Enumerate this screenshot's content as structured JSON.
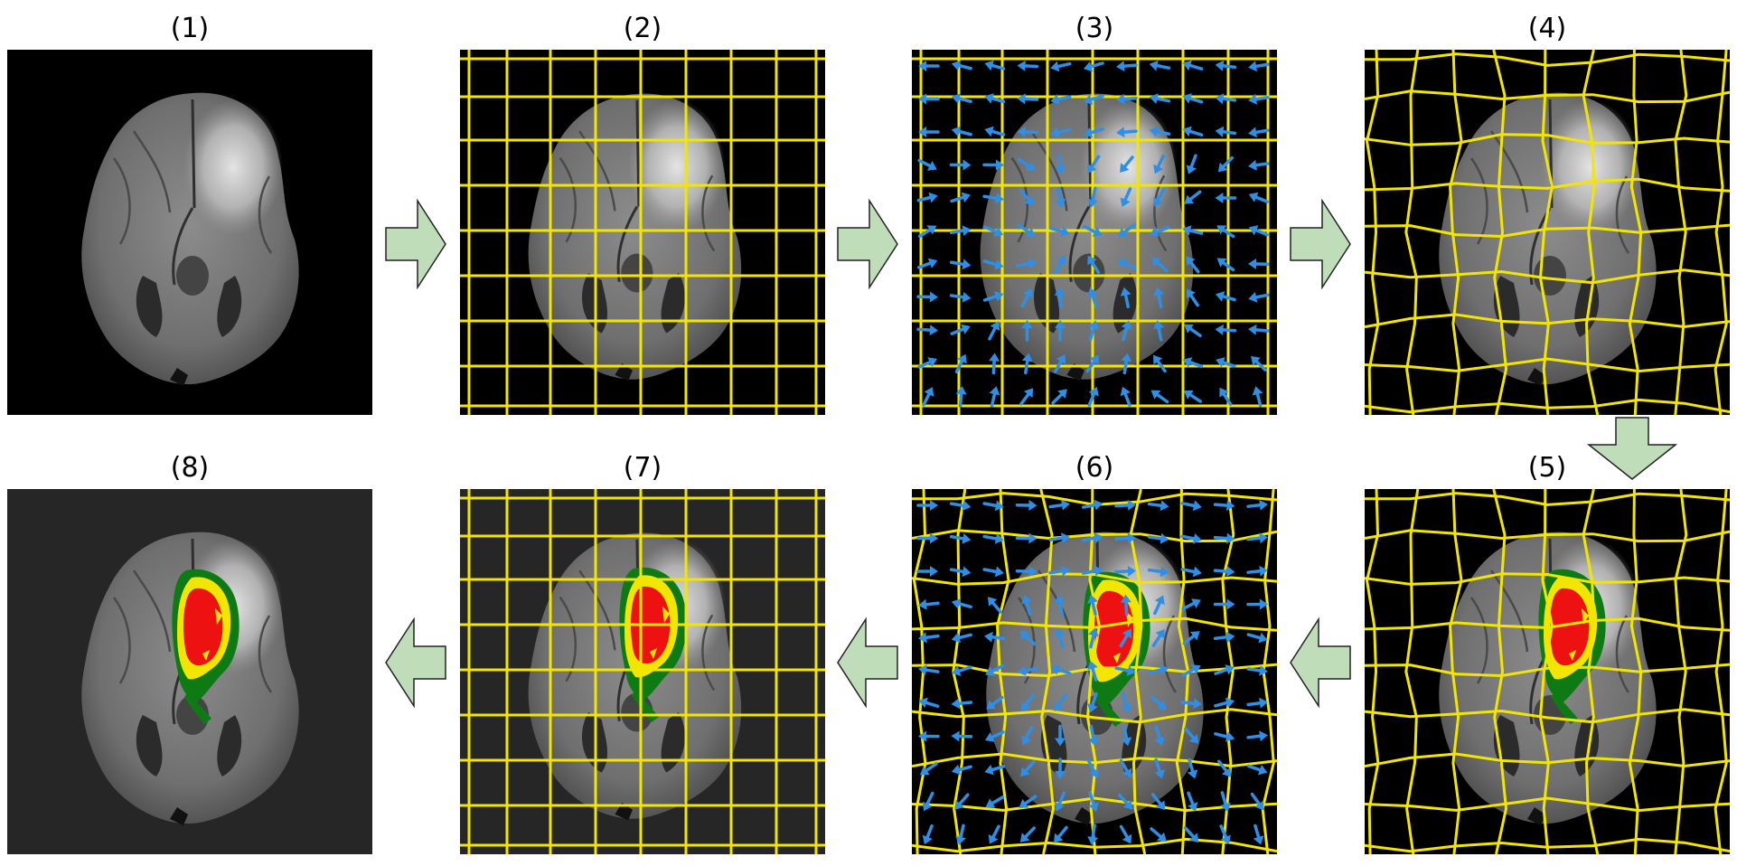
{
  "colors": {
    "grid": "#f2e600",
    "arrow_field": "#2f8fe6",
    "flow_arrow_fill": "#bfddb8",
    "flow_arrow_stroke": "#222222",
    "seg_necrotic": "#ee1111",
    "seg_enhancing": "#f2e600",
    "seg_edema": "#0e7a14",
    "background_dark": "#000000",
    "background_gray": "#262626"
  },
  "panels": [
    {
      "label": "(1)",
      "kind": "image",
      "grid": "none",
      "vectors": false,
      "segmentation": false,
      "background": "black"
    },
    {
      "label": "(2)",
      "kind": "image",
      "grid": "regular",
      "vectors": false,
      "segmentation": false,
      "background": "black"
    },
    {
      "label": "(3)",
      "kind": "image",
      "grid": "regular",
      "vectors": true,
      "segmentation": false,
      "background": "black"
    },
    {
      "label": "(4)",
      "kind": "image",
      "grid": "warped",
      "vectors": false,
      "segmentation": false,
      "background": "black"
    },
    {
      "label": "(5)",
      "kind": "image",
      "grid": "warped",
      "vectors": false,
      "segmentation": true,
      "background": "black"
    },
    {
      "label": "(6)",
      "kind": "image",
      "grid": "warped",
      "vectors": true,
      "segmentation": true,
      "background": "black"
    },
    {
      "label": "(7)",
      "kind": "image",
      "grid": "regular",
      "vectors": false,
      "segmentation": true,
      "background": "gray"
    },
    {
      "label": "(8)",
      "kind": "image",
      "grid": "none",
      "vectors": false,
      "segmentation": true,
      "background": "gray"
    }
  ],
  "flow_arrows": [
    {
      "from": "(1)",
      "to": "(2)",
      "direction": "right"
    },
    {
      "from": "(2)",
      "to": "(3)",
      "direction": "right"
    },
    {
      "from": "(3)",
      "to": "(4)",
      "direction": "right"
    },
    {
      "from": "(4)",
      "to": "(5)",
      "direction": "down"
    },
    {
      "from": "(5)",
      "to": "(6)",
      "direction": "left"
    },
    {
      "from": "(6)",
      "to": "(7)",
      "direction": "left"
    },
    {
      "from": "(7)",
      "to": "(8)",
      "direction": "left"
    }
  ]
}
